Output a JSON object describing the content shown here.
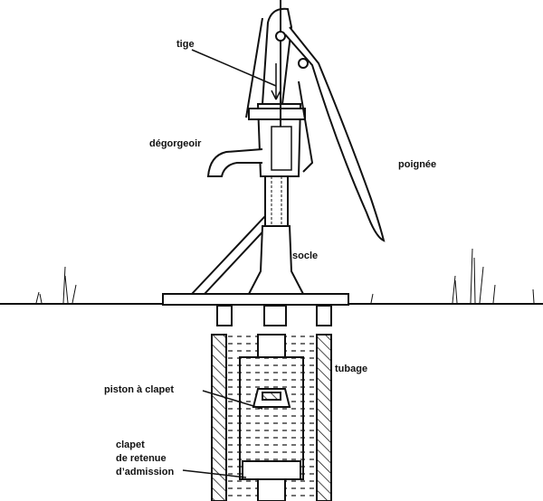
{
  "labels": {
    "rod": "tige",
    "spout": "dégorgeoir",
    "handle": "poignée",
    "base": "socle",
    "casing": "tubage",
    "piston": "piston à clapet",
    "check_valve_line1": "clapet",
    "check_valve_line2": "de retenue",
    "check_valve_line3": "d’admission"
  },
  "colors": {
    "ink": "#111111",
    "background": "#ffffff"
  }
}
